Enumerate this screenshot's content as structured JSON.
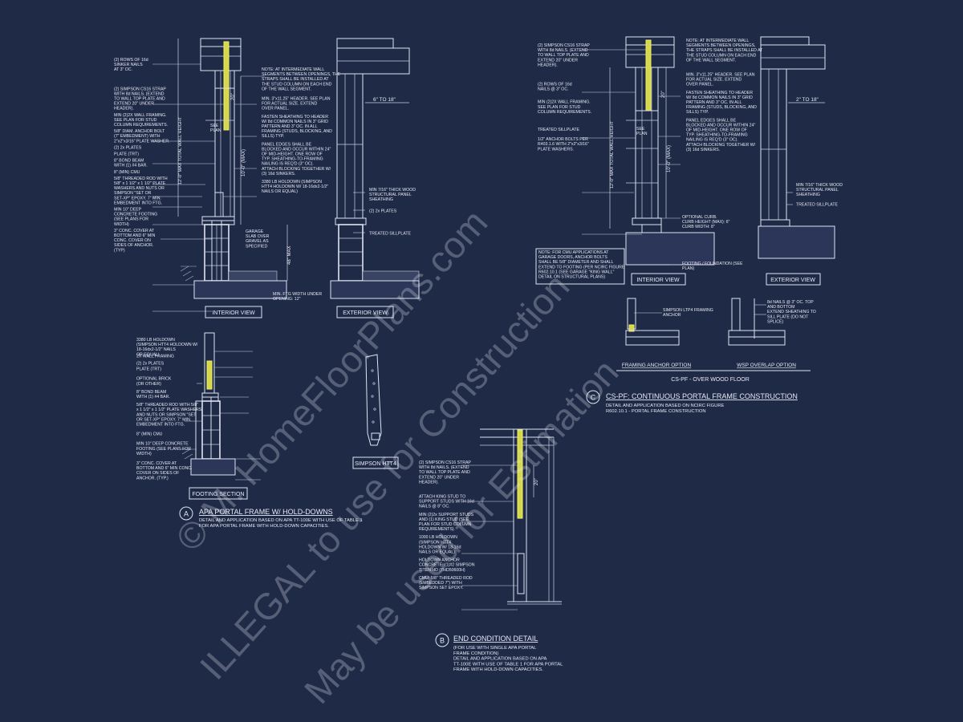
{
  "detail_a": {
    "interior_notes": [
      "(2) ROWS OF 16d",
      "SINKER NAILS",
      "AT 3\" OC.",
      "(2) SIMPSON CS16 STRAP",
      "WITH 8d NAILS. (EXTEND",
      "TO WALL TOP PLATE AND",
      "EXTEND 20\" UNDER",
      "HEADER).",
      "MIN (2)2X WALL FRAMING.",
      "SEE PLAN FOR STUD",
      "COLUMN REQUIREMENTS.",
      "5/8\" DIAM. ANCHOR BOLT",
      "(7\" EMBEDMENT) WITH",
      "2\"x2\"x3/16\" PLATE WASHER.",
      "(2) 2x PLATES",
      "PLATE (TRT)",
      "8\" BOND BEAM",
      "WITH (1) #4 BAR.",
      "8\" (MIN) CMU",
      "5/8\" THREADED ROD WITH",
      "5/8\" x 1 1/2\" x 1 1/2\" PLATE",
      "WASHERS AND NUTS OR",
      "SIMPSON \"SET OR",
      "SET-XP\" EPOXY. 7\" MIN.",
      "EMBEDMENT INTO FTG.",
      "MIN 10\" DEEP",
      "CONCRETE FOOTING",
      "(SEE PLANS FOR",
      "WIDTH)",
      "3\" CONC. COVER AT",
      "BOTTOM AND 6\" MIN",
      "CONC. COVER ON",
      "SIDES OF ANCHOR.",
      "(TYP)"
    ],
    "right_notes": [
      "NOTE: AT INTERMEDIATE WALL",
      "SEGMENTS BETWEEN OPENINGS, THE",
      "STRAPS SHALL BE INSTALLED AT",
      "THE STUD COLUMN ON EACH END",
      "OF THE WALL SEGMENT.",
      "MIN. 3\"x11.25\" HEADER. SEE PLAN",
      "FOR ACTUAL SIZE. EXTEND",
      "OVER PANEL.",
      "FASTEN SHEATHING TO HEADER",
      "W/ 8d COMMON NAILS IN 3\" GRID",
      "PATTERN AND 3\" OC. IN ALL",
      "FRAMING (STUDS, BLOCKING, AND",
      "SILLS) TYP.",
      "PANEL EDGES SHALL BE",
      "BLOCKED AND OCCUR WITHIN 24\"",
      "OF MID-HEIGHT. ONE ROW OF",
      "TYP. SHEATHING-TO-FRAMING",
      "NAILING IS REQ'D (3\" OC).",
      "ATTACH BLOCKING TOGETHER W/",
      "(3) 16d SINKERS.",
      "3380 LB HOLDOWN (SIMPSON",
      "HTT4 HOLDOWN W/ 18-16dx2-1/2\"",
      "NAILS OR EQUAL)"
    ],
    "garage_note": [
      "GARAGE",
      "SLAB OVER",
      "GRAVEL AS",
      "SPECIFIED"
    ],
    "see_plan": [
      "SEE",
      "PLAN"
    ],
    "wall_height": "12'-0\" MAX TOTAL WALL HEIGHT",
    "dim_20": "20\"",
    "dim_10max": "10'-0\" (MAX)",
    "dim_48max": "48\" MAX",
    "width_note": [
      "MIN. FTG WIDTH UNDER",
      "OPENING: 12\""
    ],
    "ext_dim": "6\" TO 18\"",
    "ext_notes": [
      "MIN 7/16\" THICK WOOD",
      "STRUCTURAL PANEL",
      "SHEATHING",
      "(2) 2x PLATES",
      "TREATED SILLPLATE"
    ],
    "interior_view": "INTERIOR VIEW",
    "exterior_view": "EXTERIOR VIEW",
    "footing_notes": [
      "3380 LB HOLDOWN",
      "(SIMPSON HTT4 HOLDOWN W/",
      "18-16dx2-1/2\" NAILS",
      "OR EQUAL)",
      "2X WALL FRAMING",
      "(2) 2x PLATES",
      "PLATE (TRT)",
      "OPTIONAL BRICK",
      "(OR OTHER)",
      "8\" BOND BEAM",
      "WITH (1) #4 BAR.",
      "5/8\" THREADED ROD WITH 5/8\"",
      "x 1 1/2\" x 1 1/2\" PLATE WASHERS",
      "AND NUTS OR SIMPSON \"SET",
      "OR SET-XP\" EPOXY. 7\" MIN.",
      "EMBEDMENT INTO FTG.",
      "8\" (MIN) CMU",
      "MIN 10\" DEEP CONCRETE",
      "FOOTING (SEE PLANS FOR",
      "WIDTH)",
      "3\" CONC. COVER AT",
      "BOTTOM AND 6\" MIN CONC.",
      "COVER ON SIDES OF",
      "ANCHOR. (TYP.)"
    ],
    "footing_section": "FOOTING SECTION",
    "simpson_htt4": "SIMPSON HTT4",
    "bubble": "A",
    "title": "APA PORTAL FRAME W/ HOLD-DOWNS",
    "subtitle": [
      "DETAIL AND APPLICATION BASED ON APA TT-100E WITH USE OF TABLE 1",
      "FOR APA PORTAL FRAME WITH HOLD-DOWN CAPACITIES."
    ]
  },
  "detail_b": {
    "notes": [
      "(2) SIMPSON CS16 STRAP",
      "WITH 8d NAILS. (EXTEND",
      "TO WALL TOP PLATE AND",
      "EXTEND 20\" UNDER",
      "HEADER).",
      "ATTACH KING STUD TO",
      "SUPPORT STUDS WITH 16d",
      "NAILS @ 8\" OC.",
      "MIN (2)2x SUPPORT STUDS",
      "AND (1) KING STUD (SEE",
      "PLAN FOR STUD COLUMN",
      "REQUIREMENTS).",
      "1000 LB HOLDOWN",
      "(SIMPSON HTT4",
      "HOLDOWN W/ 18-16d",
      "NAILS OR EQUAL)",
      "HOLDOWN ANCHOR",
      "CONCRETE: (1)#2 SIMPSON",
      "TITEN HD (THD50600H)",
      "CMU: 5/8\" THREADED ROD",
      "(EMBEDDED 7\") WITH",
      "SIMPSON SET EPOXY."
    ],
    "dim_20": "20\"",
    "bubble": "B",
    "title": "END CONDITION DETAIL",
    "subtitle": [
      "(FOR USE WITH SINGLE APA PORTAL",
      "FRAME CONDITION)",
      "DETAIL AND APPLICATION BASED ON APA",
      "TT-100E WITH USE OF TABLE 1 FOR APA PORTAL",
      "FRAME WITH HOLD-DOWN CAPACITIES."
    ]
  },
  "detail_c": {
    "left_notes": [
      "(2) SIMPSON CS16 STRAP",
      "WITH 8d NAILS. (EXTEND",
      "TO WALL TOP PLATE AND",
      "EXTEND 20\" UNDER",
      "HEADER).",
      "(2) ROWS OF 16d",
      "NAILS @ 3\" OC.",
      "MIN (2)2X WALL FRAMING.",
      "SEE PLAN FOR STUD",
      "COLUMN REQUIREMENTS.",
      "TREATED SILLPLATE",
      "1/2\" ANCHOR BOLTS PER",
      "R403.1.6 WITH 2\"x2\"x3/16\"",
      "PLATE WASHERS."
    ],
    "note_box": [
      "NOTE: FOR CMU APPLICATIONS AT",
      "GARAGE DOORS, ANCHOR BOLTS",
      "SHALL BE 5/8\" DIAMETER AND SHALL",
      "EXTEND TO FOOTING (PER NCIRC FIGURE",
      "R602.10.1 (SEE GARAGE \"KING WALL\"",
      "DETAIL ON STRUCTURAL PLANS)"
    ],
    "right_notes": [
      "NOTE: AT INTERMEDIATE WALL",
      "SEGMENTS BETWEEN OPENINGS,",
      "THE STRAPS SHALL BE INSTALLED AT",
      "THE STUD COLUMN ON EACH END",
      "OF THE WALL SEGMENT.",
      "MIN. 3\"x11.25\" HEADER. SEE PLAN",
      "FOR ACTUAL SIZE. EXTEND",
      "OVER PANEL.",
      "FASTEN SHEATHING TO HEADER",
      "W/ 8d COMMON NAILS IN 3\" GRID",
      "PATTERN AND 3\" OC. IN ALL",
      "FRAMING (STUDS, BLOCKING, AND",
      "SILLS) TYP.",
      "PANEL EDGES SHALL BE",
      "BLOCKED AND OCCUR WITHIN 24\"",
      "OF MID-HEIGHT. ONE ROW OF",
      "TYP. SHEATHING-TO-FRAMING",
      "NAILING IS REQ'D (3\" OC).",
      "ATTACH BLOCKING TOGETHER W/",
      "(3) 16d SINKERS."
    ],
    "curb_note": [
      "OPTIONAL CURB.",
      "CURB HEIGHT (MAX): 6\"",
      "CURB WIDTH: 8\""
    ],
    "footing_note": [
      "FOOTING / FOUNDATION (SEE",
      "PLAN)"
    ],
    "see_plan": [
      "SEE",
      "PLAN"
    ],
    "wall_height": "12'-0\" MAX TOTAL WALL HEIGHT",
    "dim_20": "20\"",
    "dim_10max": "10'-0\" (MAX)",
    "ext_dim": "2\" TO 18\"",
    "ext_notes": [
      "MIN 7/16\" THICK WOOD",
      "STRUCTURAL PANEL",
      "SHEATHING",
      "TREATED SILLPLATE"
    ],
    "interior_view": "INTERIOR VIEW",
    "exterior_view": "EXTERIOR VIEW",
    "anchor_note": [
      "SIMPSON LTP4 FRAMING",
      "ANCHOR"
    ],
    "overlap_notes": [
      "8d NAILS @ 3\" OC. TOP",
      "AND BOTTOM",
      "EXTEND SHEATHING TO",
      "SILL PLATE (DO NOT",
      "SPLICE)"
    ],
    "framing_anchor_option": "FRAMING ANCHOR OPTION",
    "wsp_overlap_option": "WSP OVERLAP OPTION",
    "over_wood_floor": "CS-PF - OVER WOOD FLOOR",
    "bubble": "C",
    "title": "CS-PF: CONTINUOUS PORTAL FRAME CONSTRUCTION",
    "subtitle": [
      "DETAIL AND APPLICATION BASED ON NCIRC FIGURE",
      "R602.10.1 - PORTAL FRAME CONSTRUCTION"
    ]
  },
  "watermark": {
    "line1": "© M. HomeFloorPlans.com",
    "line2": "ILLEGAL to use for Construction",
    "line3": "May be used for Estimation"
  }
}
